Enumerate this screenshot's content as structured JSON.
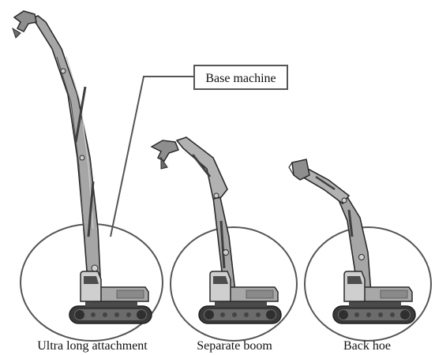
{
  "callout": {
    "label": "Base machine"
  },
  "machines": [
    {
      "label": "Ultra long attachment"
    },
    {
      "label": "Separate boom"
    },
    {
      "label": "Back hoe"
    }
  ],
  "colors": {
    "outline": "#2a2a2a",
    "body": "#9a9a9a",
    "body_light": "#bdbdbd",
    "body_dark": "#5e5e5e",
    "track": "#3a3a3a",
    "circle": "#555555"
  }
}
